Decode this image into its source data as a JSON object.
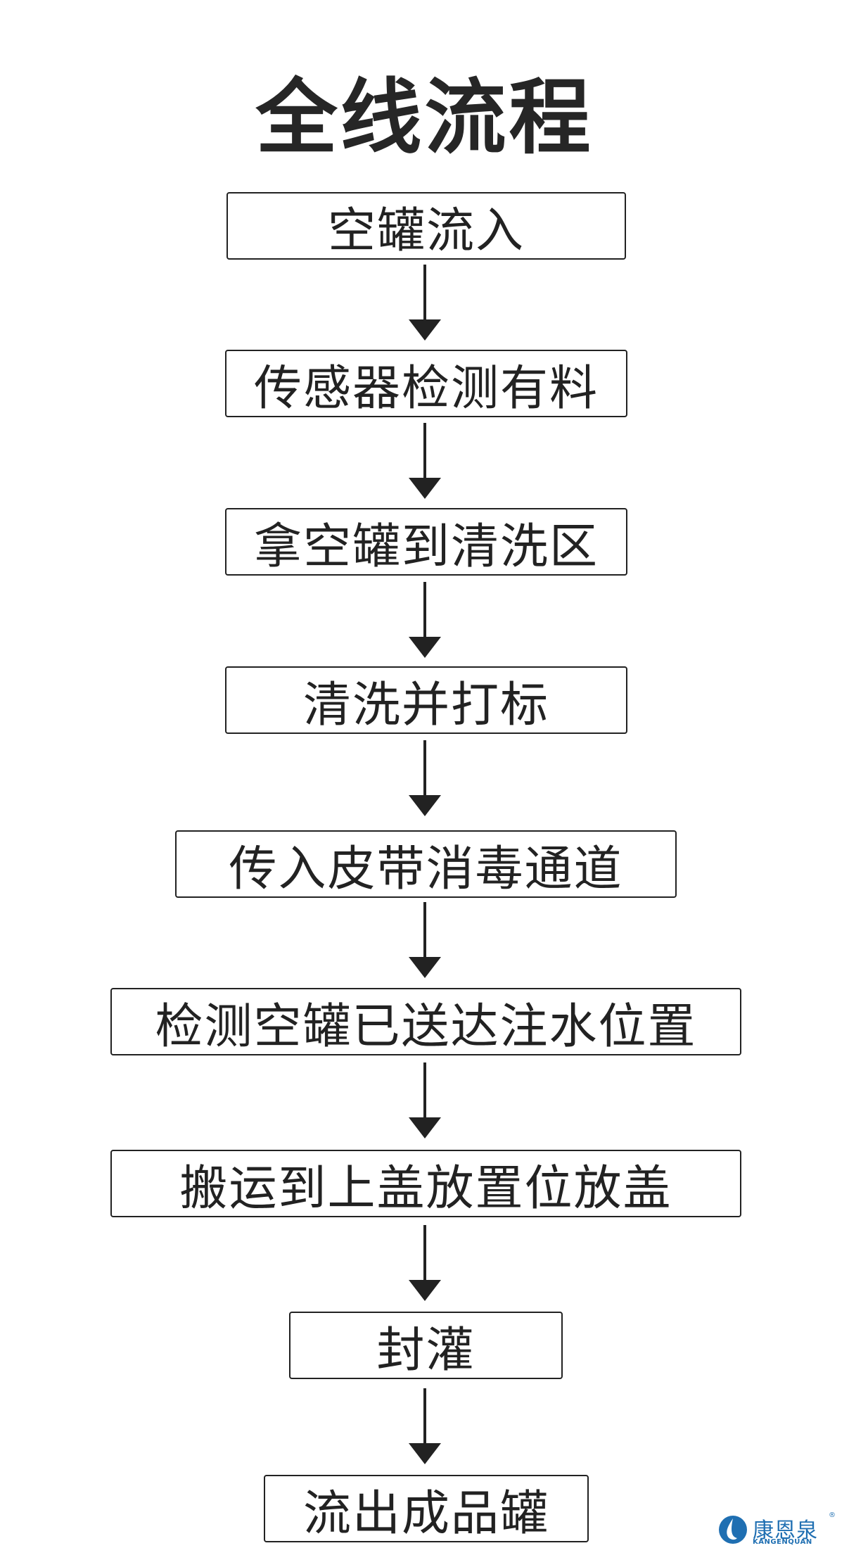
{
  "title": "全线流程",
  "steps": [
    {
      "label": "空罐流入"
    },
    {
      "label": "传感器检测有料"
    },
    {
      "label": "拿空罐到清洗区"
    },
    {
      "label": "清洗并打标"
    },
    {
      "label": "传入皮带消毒通道"
    },
    {
      "label": "检测空罐已送达注水位置"
    },
    {
      "label": "搬运到上盖放置位放盖"
    },
    {
      "label": "封灌"
    },
    {
      "label": "流出成品罐"
    }
  ],
  "logo": {
    "name": "康恩泉",
    "subtitle": "KANGENQUAN",
    "registered": "®",
    "color": "#1f6fb2"
  }
}
